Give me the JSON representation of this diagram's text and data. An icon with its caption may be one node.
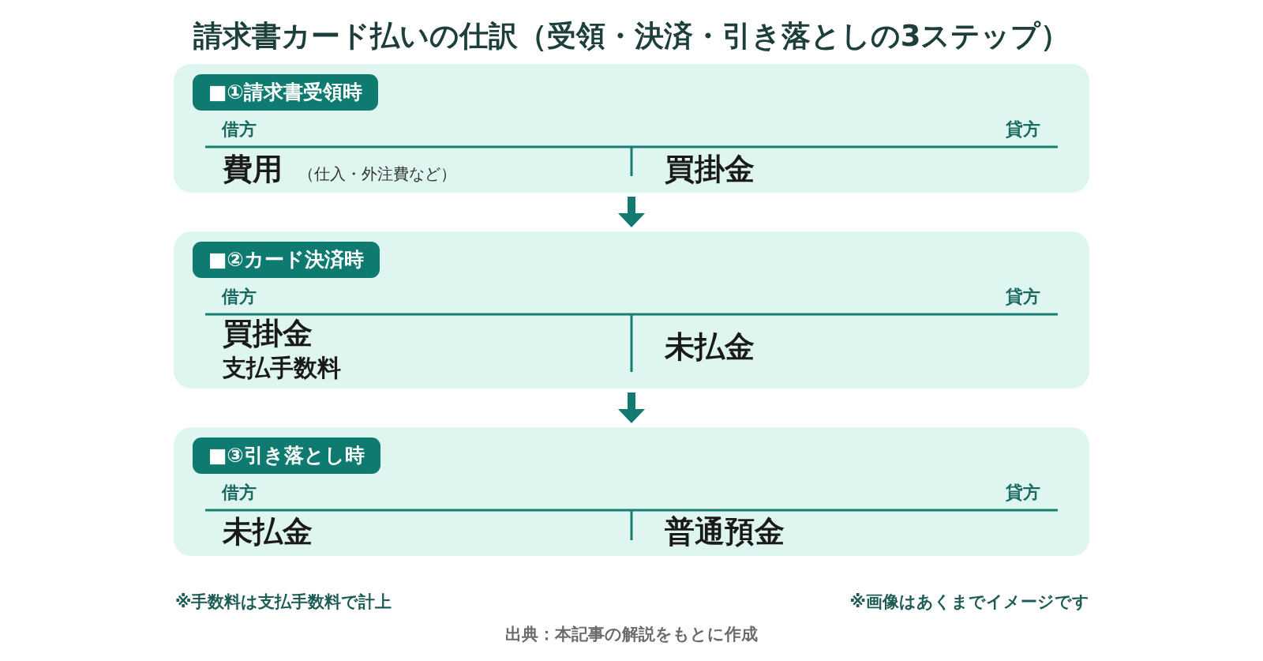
{
  "diagram": {
    "title": "請求書カード払いの仕訳（受領・決済・引き落としの3ステップ）",
    "nodes": [
      {
        "text": [
          "借方",
          "貸方",
          "費用",
          "（仕入・外注費など）",
          "買掛金"
        ]
      },
      {
        "text": [
          "■①請求書受領時"
        ],
        "in": 0
      },
      {
        "text": [
          "借方",
          "貸方",
          "買掛金",
          "支払手数料",
          "未払金"
        ]
      },
      {
        "text": [
          "■②カード決済時"
        ],
        "in": 2
      },
      {
        "text": [
          "借方",
          "貸方",
          "未払金",
          "普通預金"
        ]
      },
      {
        "text": [
          "■③引き落とし時"
        ],
        "in": 4
      }
    ],
    "edges": [
      {
        "from": 0,
        "to": 2,
        "arrow": "to"
      },
      {
        "from": 2,
        "to": 4,
        "arrow": "to"
      }
    ],
    "labels": [
      "※手数料は支払手数料で計上",
      "※画像はあくまでイメージです"
    ],
    "caption": "出典：本記事の解説をもとに作成"
  }
}
